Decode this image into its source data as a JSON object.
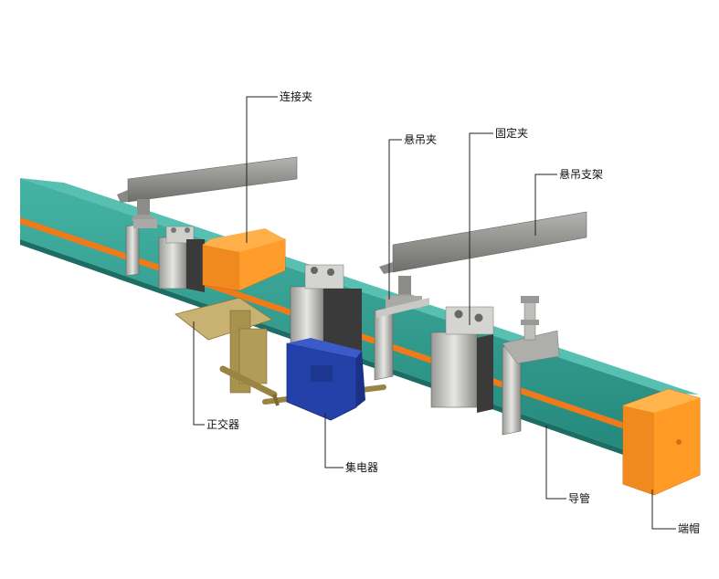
{
  "labels": {
    "connector_clip": "连接夹",
    "suspension_clip": "悬吊夹",
    "fixed_clip": "固定夹",
    "suspension_bracket": "悬吊支架",
    "crossover": "正交器",
    "collector": "集电器",
    "guide_tube": "导管",
    "end_cap": "端帽"
  },
  "colors": {
    "rail_top": "#4fb8a8",
    "rail_side": "#2f9c8e",
    "rail_bottom": "#1f7a6f",
    "stripe": "#f07a1a",
    "end_cap": "#f7941d",
    "collector": "#2341a8",
    "bracket": "#8a8a86",
    "leader": "#222222"
  }
}
